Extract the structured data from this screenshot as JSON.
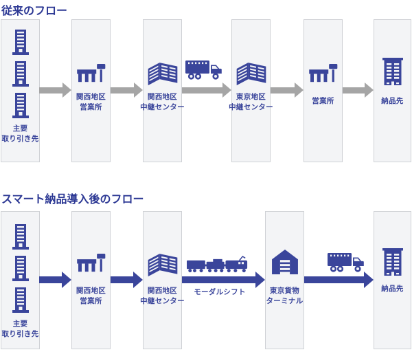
{
  "colors": {
    "accent_navy": "#3a459b",
    "title_navy": "#2c3894",
    "gray_arrow": "#a5a5a5",
    "column_bg": "#f3f4f6",
    "column_border": "#cfd1d5"
  },
  "sections": [
    {
      "title": "従来のフロー",
      "nodes": [
        {
          "icon": "office-towers-icon",
          "label_lines": [
            "主要",
            "取り引き先"
          ]
        },
        {
          "icon": "sales-counter-icon",
          "label_lines": [
            "関西地区",
            "営業所"
          ]
        },
        {
          "icon": "relay-warehouse-icon",
          "label_lines": [
            "関西地区",
            "中継センター"
          ]
        },
        {
          "icon": "relay-warehouse-icon",
          "label_lines": [
            "東京地区",
            "中継センター"
          ]
        },
        {
          "icon": "sales-counter-icon",
          "label_lines": [
            "営業所"
          ]
        },
        {
          "icon": "delivery-building-icon",
          "label_lines": [
            "納品先"
          ]
        }
      ],
      "transports": [
        {
          "icon": "truck-icon"
        }
      ]
    },
    {
      "title": "スマート納品導入後のフロー",
      "nodes": [
        {
          "icon": "office-towers-icon",
          "label_lines": [
            "主要",
            "取り引き先"
          ]
        },
        {
          "icon": "sales-counter-icon",
          "label_lines": [
            "関西地区",
            "営業所"
          ]
        },
        {
          "icon": "relay-warehouse-icon",
          "label_lines": [
            "関西地区",
            "中継センター"
          ]
        },
        {
          "icon": "freight-terminal-icon",
          "label_lines": [
            "東京貨物",
            "ターミナル"
          ]
        },
        {
          "icon": "delivery-building-icon",
          "label_lines": [
            "納品先"
          ]
        }
      ],
      "transports": [
        {
          "icon": "train-icon",
          "label": "モーダルシフト"
        },
        {
          "icon": "truck-icon"
        }
      ]
    }
  ]
}
